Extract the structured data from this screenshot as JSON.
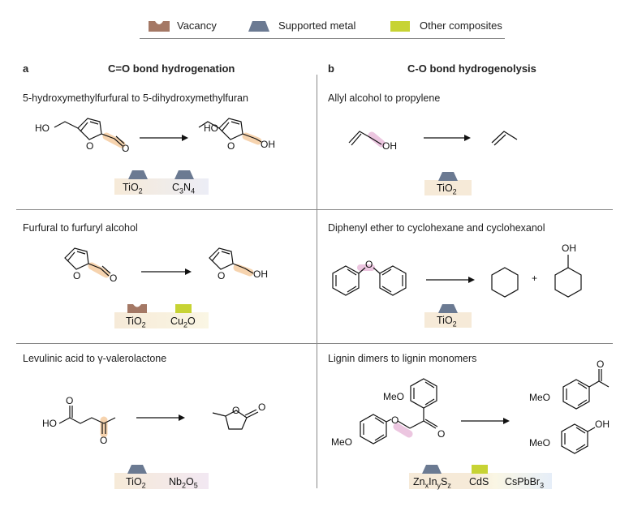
{
  "legend": {
    "items": [
      {
        "label": "Vacancy",
        "icon": "vacancy-icon",
        "color": "#a47865"
      },
      {
        "label": "Supported metal",
        "icon": "supported-metal-icon",
        "color": "#6b7a92"
      },
      {
        "label": "Other composites",
        "icon": "other-composites-icon",
        "color": "#c7d334"
      }
    ]
  },
  "panel_a": {
    "letter": "a",
    "title": "C=O bond hydrogenation",
    "reactions": [
      {
        "name": "5-hydroxymethylfurfural to 5-dihydroxymethylfuran",
        "reactant_labels": [
          "HO",
          "O",
          "O"
        ],
        "product_labels": [
          "HO",
          "O",
          "OH"
        ],
        "catalysts": [
          "TiO",
          "C",
          "N"
        ]
      },
      {
        "name": "Furfural to furfuryl alcohol",
        "reactant_labels": [
          "O",
          "O"
        ],
        "product_labels": [
          "O",
          "OH"
        ],
        "catalysts": [
          "TiO",
          "Cu",
          "O"
        ]
      },
      {
        "name": "Levulinic acid to γ-valerolactone",
        "reactant_labels": [
          "O",
          "HO",
          "O"
        ],
        "product_labels": [
          "O",
          "O"
        ],
        "catalysts": [
          "TiO",
          "Nb",
          "O"
        ]
      }
    ]
  },
  "panel_b": {
    "letter": "b",
    "title": "C-O bond hydrogenolysis",
    "reactions": [
      {
        "name": "Allyl alcohol to propylene",
        "reactant_labels": [
          "OH"
        ],
        "catalysts": [
          "TiO"
        ]
      },
      {
        "name": "Diphenyl ether to cyclohexane and cyclohexanol",
        "reactant_labels": [
          "O"
        ],
        "product_labels": [
          "+",
          "OH"
        ],
        "catalysts": [
          "TiO"
        ]
      },
      {
        "name": "Lignin dimers to lignin monomers",
        "reactant_labels": [
          "MeO",
          "MeO",
          "O",
          "O"
        ],
        "product_labels": [
          "MeO",
          "O",
          "MeO",
          "OH"
        ],
        "catalysts": [
          "Zn",
          "In",
          "S",
          "CdS",
          "CsPbBr"
        ]
      }
    ]
  },
  "sub": {
    "two": "2",
    "three": "3",
    "four": "4",
    "five": "5",
    "x": "x",
    "y": "y",
    "z": "z"
  }
}
